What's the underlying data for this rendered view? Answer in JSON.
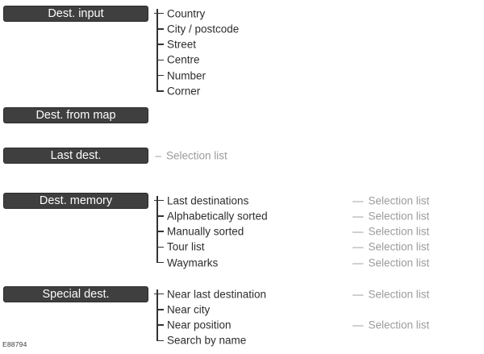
{
  "figure_code": "E88794",
  "colors": {
    "button_bg": "#3f3f3f",
    "button_border": "#2b2b2b",
    "button_text": "#fdfdfd",
    "item_text": "#2d2d2d",
    "muted_text": "#9b9b9b",
    "line": "#333333",
    "code_text": "#3d3d3d"
  },
  "glyphs": {
    "branch_dash": "—",
    "inline_dash": "–"
  },
  "sections": [
    {
      "id": "dest-input",
      "button_label": "Dest. input",
      "items": [
        {
          "label": "Country"
        },
        {
          "label": "City / postcode"
        },
        {
          "label": "Street"
        },
        {
          "label": "Centre"
        },
        {
          "label": "Number"
        },
        {
          "label": "Corner"
        }
      ]
    },
    {
      "id": "dest-from-map",
      "button_label": "Dest. from map",
      "items": []
    },
    {
      "id": "last-dest",
      "button_label": "Last dest.",
      "inline_note": "Selection list",
      "items": []
    },
    {
      "id": "dest-memory",
      "button_label": "Dest. memory",
      "items": [
        {
          "label": "Last destinations",
          "note": "Selection list"
        },
        {
          "label": "Alphabetically sorted",
          "note": "Selection list"
        },
        {
          "label": "Manually sorted",
          "note": "Selection list"
        },
        {
          "label": "Tour list",
          "note": "Selection list"
        },
        {
          "label": "Waymarks",
          "note": "Selection list"
        }
      ]
    },
    {
      "id": "special-dest",
      "button_label": "Special dest.",
      "items": [
        {
          "label": "Near last destination",
          "note": "Selection list"
        },
        {
          "label": "Near city"
        },
        {
          "label": "Near position",
          "note": "Selection list"
        },
        {
          "label": "Search by name"
        }
      ]
    }
  ]
}
